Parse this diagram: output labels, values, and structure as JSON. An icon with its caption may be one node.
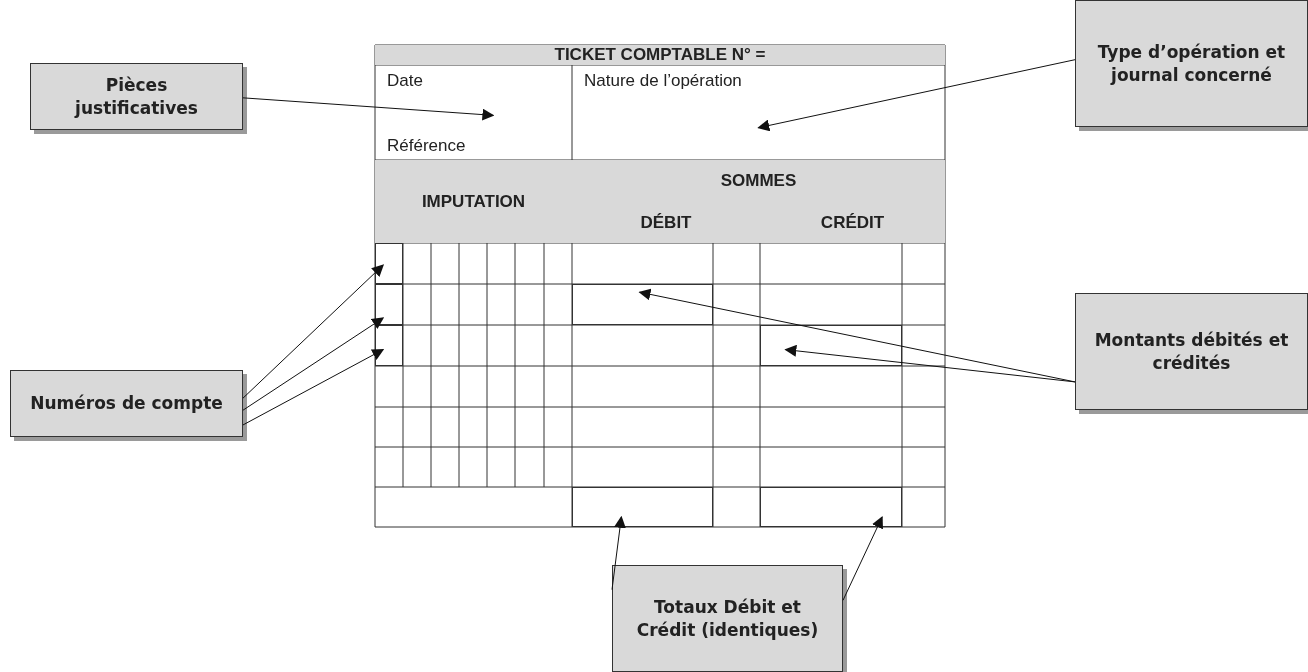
{
  "diagram": {
    "nodes": [
      {
        "text": [
          "Pièces justificatives"
        ]
      },
      {
        "text": [
          "Type d’opération et journal concerné"
        ]
      },
      {
        "text": [
          "Numéros de compte"
        ]
      },
      {
        "text": [
          "Montants débités et crédités"
        ]
      },
      {
        "text": [
          "Totaux Débit et Crédit (identiques)"
        ]
      },
      {
        "text": [
          "Date",
          "Référence"
        ]
      },
      {
        "text": [
          "Nature de l’opération"
        ]
      },
      {
        "text": [],
        "shape": "box"
      },
      {
        "text": [],
        "shape": "box"
      },
      {
        "text": [],
        "shape": "box"
      },
      {
        "text": [],
        "shape": "box"
      },
      {
        "text": [],
        "shape": "box"
      },
      {
        "text": [],
        "shape": "box"
      },
      {
        "text": [],
        "shape": "box"
      }
    ],
    "edges": [
      {
        "from": 0,
        "to": 5,
        "arrow": "to"
      },
      {
        "from": 1,
        "to": 6,
        "arrow": "to"
      },
      {
        "from": 2,
        "to": 7,
        "arrow": "to"
      },
      {
        "from": 2,
        "to": 8,
        "arrow": "to"
      },
      {
        "from": 2,
        "to": 9,
        "arrow": "to"
      },
      {
        "from": 3,
        "to": 10,
        "arrow": "to"
      },
      {
        "from": 3,
        "to": 11,
        "arrow": "to"
      },
      {
        "from": 4,
        "to": 12,
        "arrow": "to"
      },
      {
        "from": 4,
        "to": 13,
        "arrow": "to"
      }
    ],
    "labels": [
      "TICKET COMPTABLE N° =",
      "IMPUTATION",
      "SOMMES",
      "DÉBIT",
      "CRÉDIT"
    ]
  }
}
